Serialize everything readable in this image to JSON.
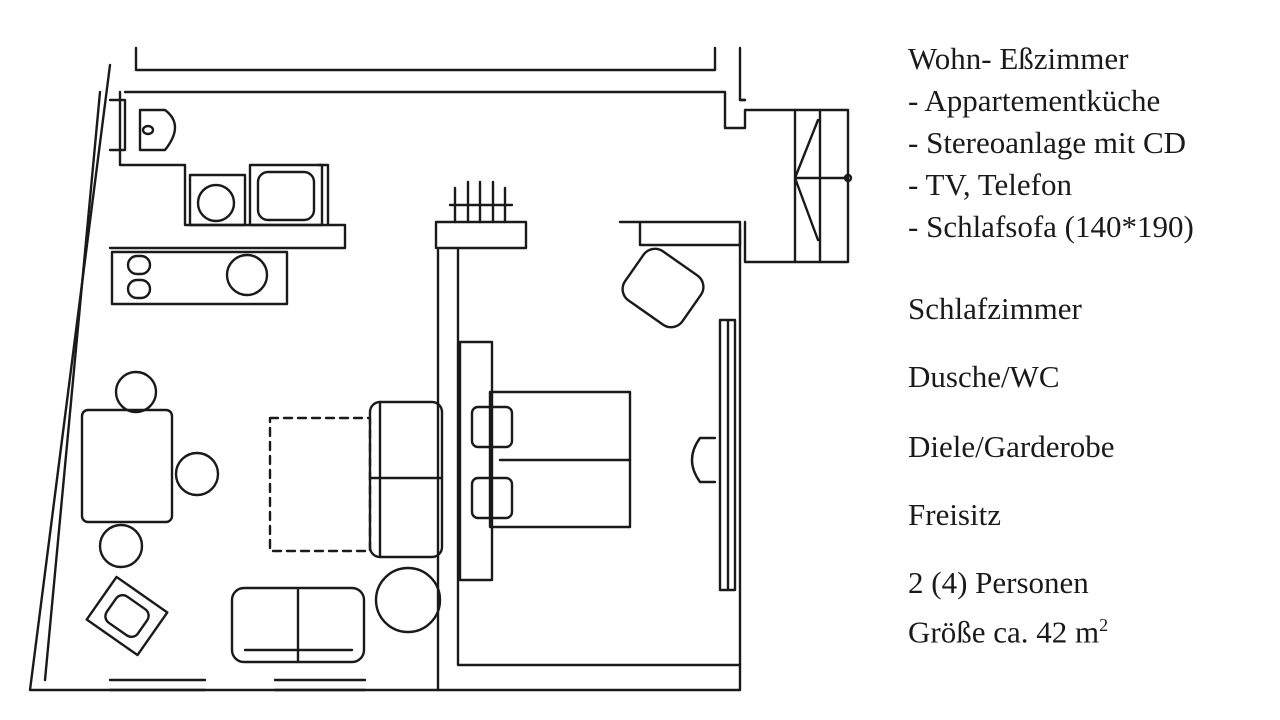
{
  "rooms": {
    "living": {
      "title": "Wohn- Eßzimmer",
      "features": [
        "- Appartementküche",
        "- Stereoanlage mit CD",
        "- TV, Telefon",
        "- Schlafsofa (140*190)"
      ]
    },
    "bedroom": "Schlafzimmer",
    "bathroom": "Dusche/WC",
    "hall": "Diele/Garderobe",
    "terrace": "Freisitz"
  },
  "summary": {
    "persons": "2 (4) Personen",
    "size_prefix": "Größe ca. 42 m",
    "size_sup": "2"
  }
}
